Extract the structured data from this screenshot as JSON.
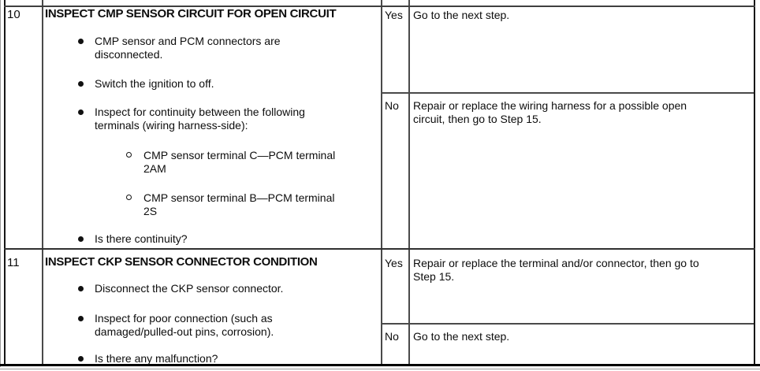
{
  "table": {
    "rows": [
      {
        "step": "10",
        "title": "INSPECT CMP SENSOR CIRCUIT FOR OPEN CIRCUIT",
        "bullets": [
          {
            "level": 1,
            "lines": [
              "CMP sensor and PCM connectors are",
              "disconnected."
            ]
          },
          {
            "level": 1,
            "lines": [
              "Switch the ignition to off."
            ]
          },
          {
            "level": 1,
            "lines": [
              "Inspect for continuity between the following",
              "terminals (wiring harness-side):"
            ]
          },
          {
            "level": 2,
            "lines": [
              "CMP sensor terminal C—PCM terminal",
              "2AM"
            ]
          },
          {
            "level": 2,
            "lines": [
              "CMP sensor terminal B—PCM terminal",
              "2S"
            ]
          },
          {
            "level": 1,
            "lines": [
              "Is there continuity?"
            ]
          }
        ],
        "results": [
          {
            "flag": "Yes",
            "lines": [
              "Go to the next step."
            ]
          },
          {
            "flag": "No",
            "lines": [
              "Repair or replace the wiring harness for a possible open",
              "circuit, then go to Step 15."
            ]
          }
        ]
      },
      {
        "step": "11",
        "title": "INSPECT CKP SENSOR CONNECTOR CONDITION",
        "bullets": [
          {
            "level": 1,
            "lines": [
              "Disconnect the CKP sensor connector."
            ]
          },
          {
            "level": 1,
            "lines": [
              "Inspect for poor connection (such as",
              "damaged/pulled-out pins, corrosion)."
            ]
          },
          {
            "level": 1,
            "lines": [
              "Is there any malfunction?"
            ]
          }
        ],
        "results": [
          {
            "flag": "Yes",
            "lines": [
              "Repair or replace the terminal and/or connector, then go to",
              "Step 15."
            ]
          },
          {
            "flag": "No",
            "lines": [
              "Go to the next step."
            ]
          }
        ]
      }
    ]
  }
}
